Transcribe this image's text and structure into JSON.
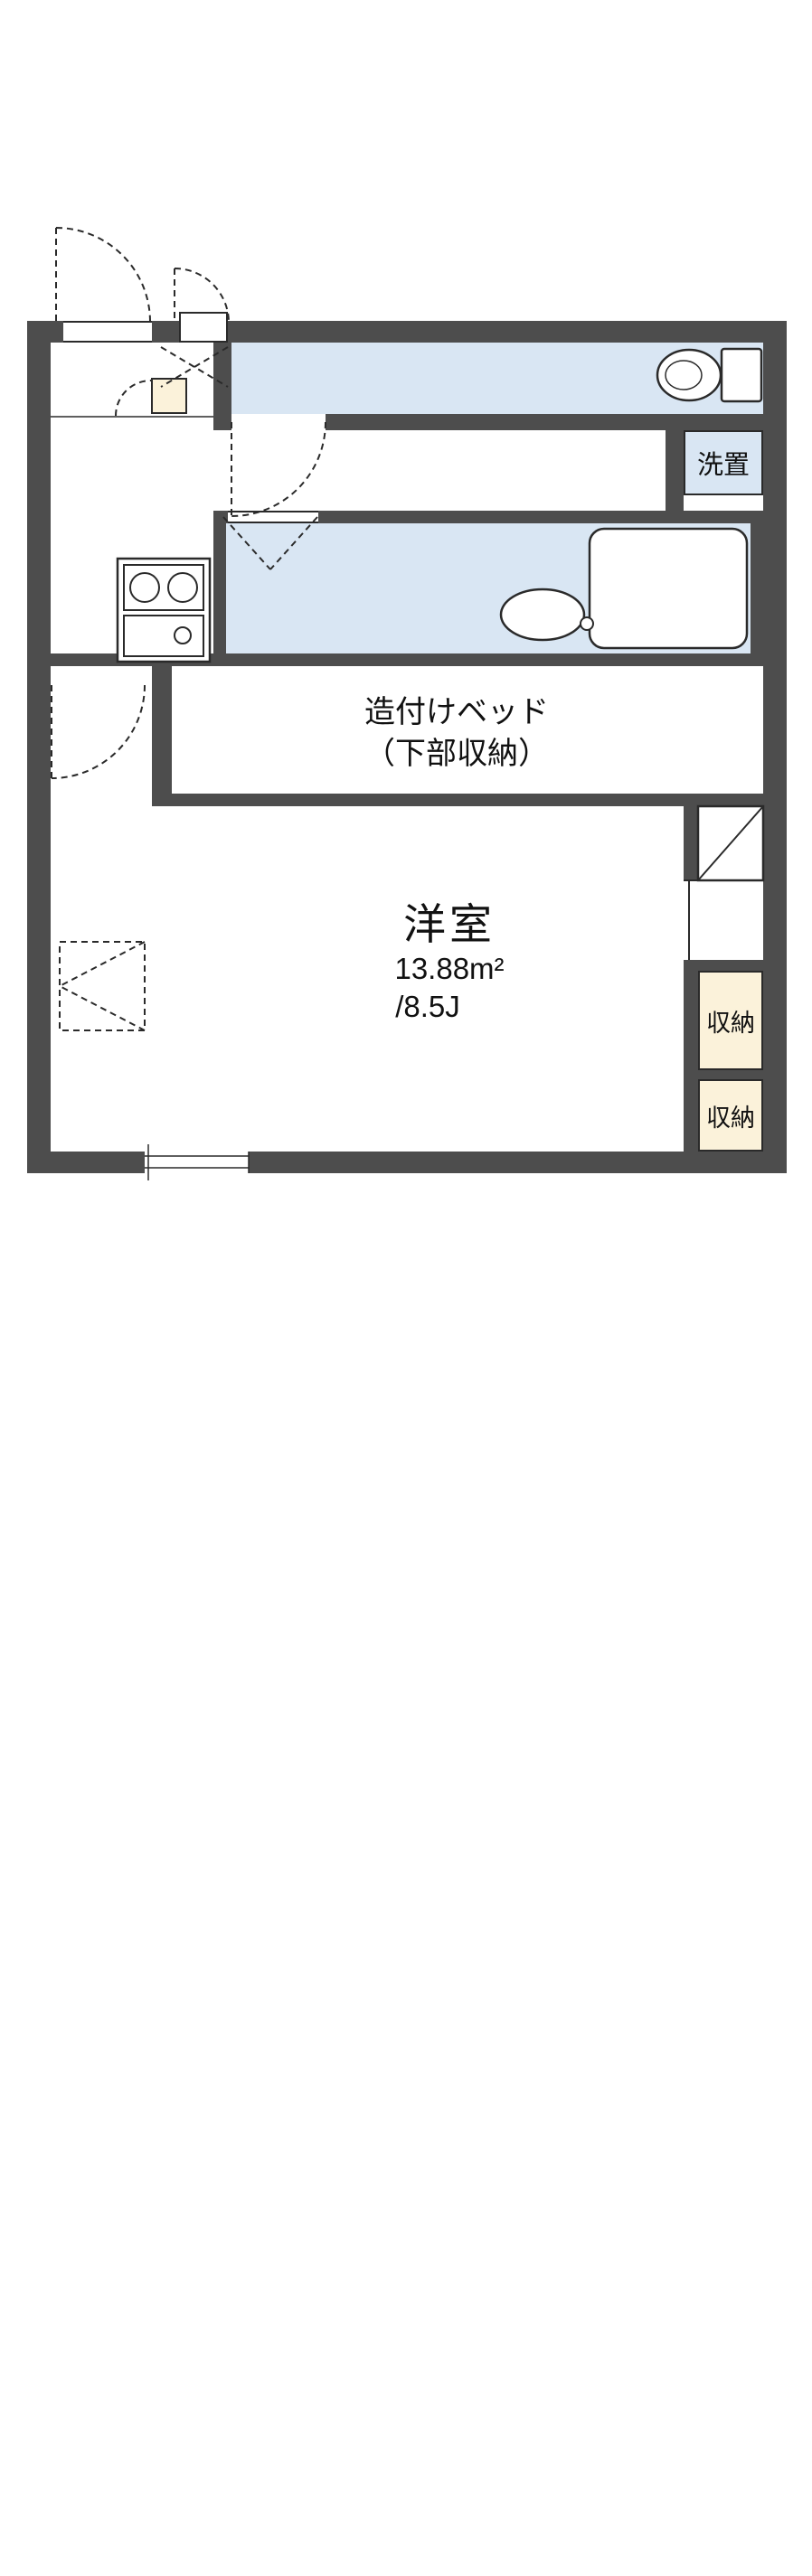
{
  "document": {
    "type": "apartment-floor-plan"
  },
  "colors": {
    "wall": "#4d4d4d",
    "water_area": "#d9e6f3",
    "storage_fill": "#fbf2da",
    "line": "#2a2a2a",
    "text": "#111111",
    "background": "#ffffff"
  },
  "labels": {
    "laundry": "洗置",
    "bed_line1": "造付けベッド",
    "bed_line2": "（下部収納）",
    "room_name": "洋室",
    "room_area_m2": "13.88m²",
    "room_area_jo": "/8.5J",
    "storage_upper": "収納",
    "storage_lower": "収納"
  },
  "icons": {
    "toilet": "toilet-icon",
    "bathtub": "bathtub-icon",
    "wash_bowl": "washbowl-icon",
    "stove": "stove-icon",
    "appliance_space": "fridge-space-icon",
    "door_swing": "door-swing-arc",
    "closet": "closet-fold-door-icon",
    "window": "window-icon"
  }
}
